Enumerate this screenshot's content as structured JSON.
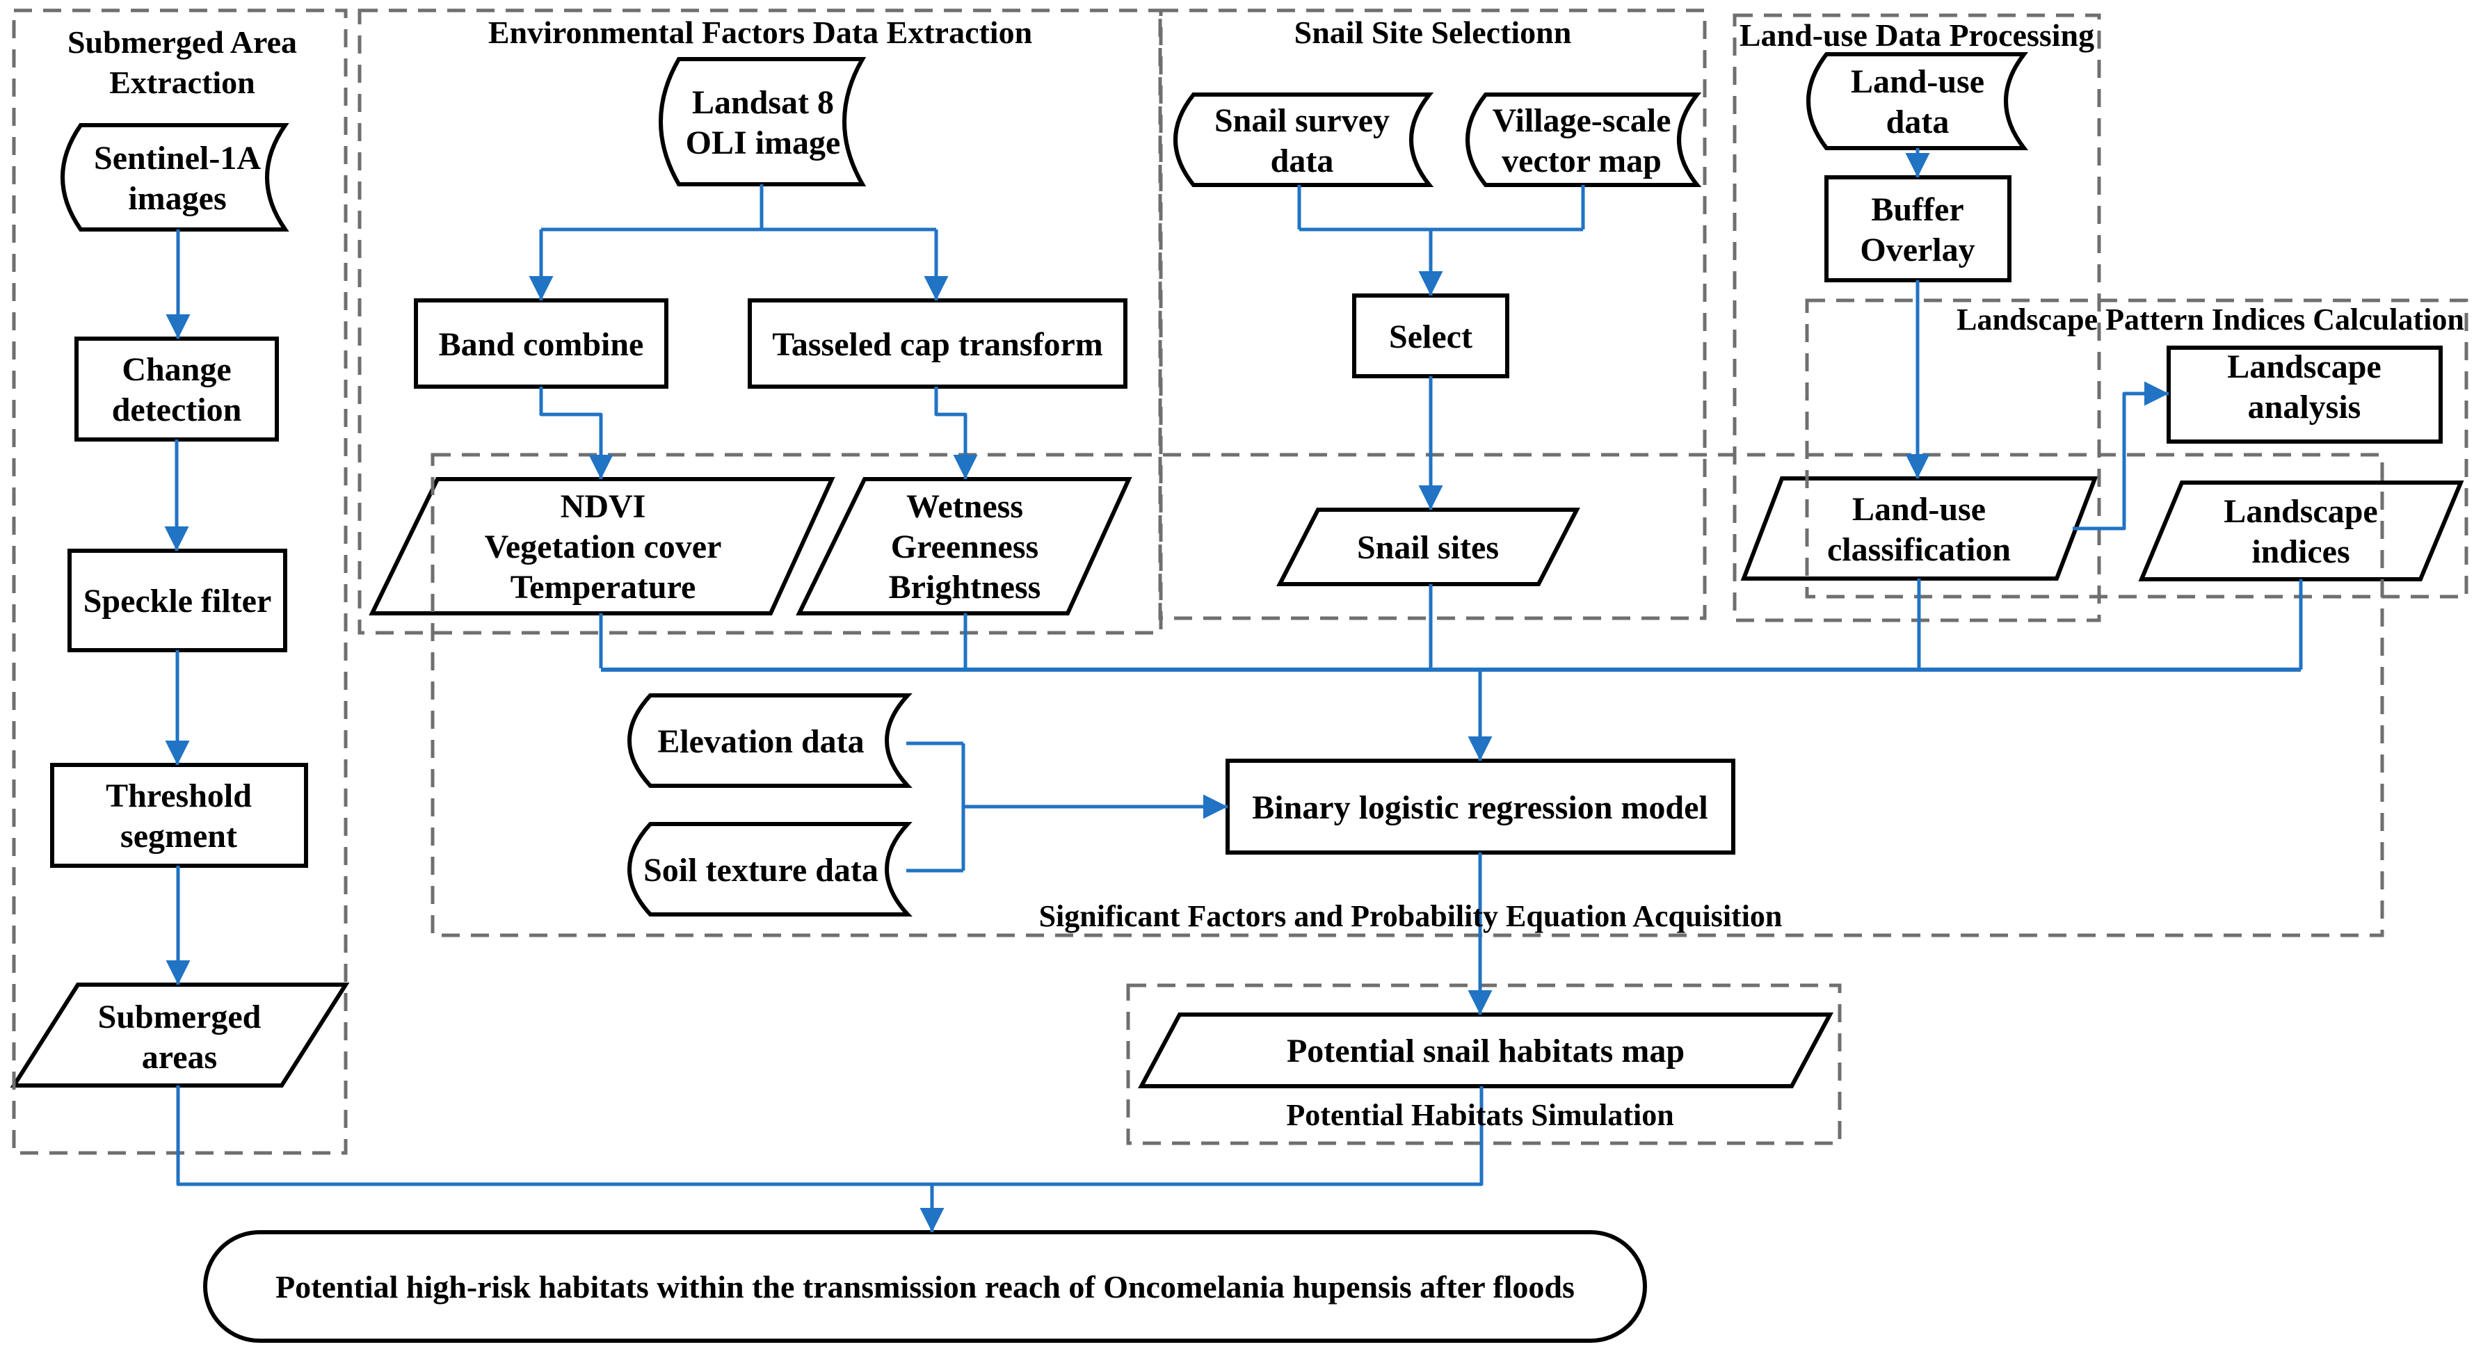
{
  "diagram_type": "methodology-flowchart",
  "colors": {
    "arrow_blue": "#2173c4",
    "dashed_box_gray": "#6f6f6f",
    "shape_border": "#000000",
    "shape_fill": "#ffffff",
    "text": "#000000",
    "background": "#ffffff"
  },
  "sections": {
    "submerged": {
      "line1": "Submerged Area",
      "line2": "Extraction"
    },
    "environmental": {
      "title": "Environmental Factors Data Extraction"
    },
    "snail": {
      "title": "Snail Site Selectionn"
    },
    "landuse": {
      "title": "Land-use Data Processing"
    },
    "landscape": {
      "title": "Landscape Pattern Indices Calculation"
    },
    "significant": {
      "title": "Significant Factors and Probability Equation Acquisition"
    },
    "habitats": {
      "title": "Potential Habitats Simulation"
    }
  },
  "nodes": {
    "sentinel": {
      "type": "stored-data",
      "lines": [
        "Sentinel-1A",
        "images"
      ]
    },
    "change_detection": {
      "type": "process",
      "lines": [
        "Change",
        "detection"
      ]
    },
    "speckle_filter": {
      "type": "process",
      "lines": [
        "Speckle filter"
      ]
    },
    "threshold_segment": {
      "type": "process",
      "lines": [
        "Threshold",
        "segment"
      ]
    },
    "submerged_areas": {
      "type": "data",
      "lines": [
        "Submerged",
        "areas"
      ]
    },
    "landsat": {
      "type": "stored-data",
      "lines": [
        "Landsat 8",
        "OLI image"
      ]
    },
    "band_combine": {
      "type": "process",
      "lines": [
        "Band combine"
      ]
    },
    "tasseled_cap": {
      "type": "process",
      "lines": [
        "Tasseled cap transform"
      ]
    },
    "ndvi": {
      "type": "data",
      "lines": [
        "NDVI",
        "Vegetation cover",
        "Temperature"
      ]
    },
    "wetness": {
      "type": "data",
      "lines": [
        "Wetness",
        "Greenness",
        "Brightness"
      ]
    },
    "snail_survey": {
      "type": "stored-data",
      "lines": [
        "Snail survey",
        "data"
      ]
    },
    "village_map": {
      "type": "stored-data",
      "lines": [
        "Village-scale",
        "vector map"
      ]
    },
    "select": {
      "type": "process",
      "lines": [
        "Select"
      ]
    },
    "snail_sites": {
      "type": "data",
      "lines": [
        "Snail sites"
      ]
    },
    "landuse_data": {
      "type": "stored-data",
      "lines": [
        "Land-use",
        "data"
      ]
    },
    "buffer_overlay": {
      "type": "process",
      "lines": [
        "Buffer",
        "Overlay"
      ]
    },
    "landuse_classification": {
      "type": "data",
      "lines": [
        "Land-use",
        "classification"
      ]
    },
    "landscape_analysis": {
      "type": "process",
      "lines": [
        "Landscape",
        "analysis"
      ]
    },
    "landscape_indices": {
      "type": "data",
      "lines": [
        "Landscape",
        "indices"
      ]
    },
    "elevation_data": {
      "type": "stored-data",
      "lines": [
        "Elevation data"
      ]
    },
    "soil_texture": {
      "type": "stored-data",
      "lines": [
        "Soil texture data"
      ]
    },
    "binary_model": {
      "type": "process",
      "lines": [
        "Binary logistic regression model"
      ]
    },
    "potential_map": {
      "type": "data",
      "lines": [
        "Potential snail habitats map"
      ]
    }
  },
  "final": {
    "label": "Potential high-risk habitats within the transmission reach of Oncomelania hupensis after floods"
  }
}
